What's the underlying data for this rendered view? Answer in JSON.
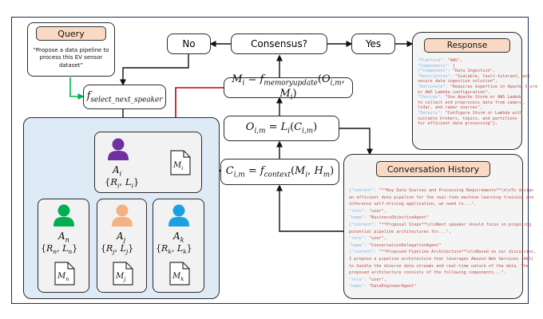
{
  "query": {
    "title": "Query",
    "text": "“Propose a data pipeline to process this EV sensor dataset”"
  },
  "decision": {
    "no": "No",
    "consensus": "Consensus?",
    "yes": "Yes"
  },
  "response": {
    "title": "Response",
    "lines": [
      {
        "k": "\"Platform\":",
        "v": " \"AWS\","
      },
      {
        "k": "\"Components\":",
        "v": " ["
      },
      {
        "k": "  {\"Component\":",
        "v": " \"Data Ingestion\","
      },
      {
        "k": "  \"Description\":",
        "v": " \"Scalable, fault-tolerant, and"
      },
      {
        "k": "",
        "v": "  secure data ingestion solution\","
      },
      {
        "k": "  \"Rationale\":",
        "v": " \"Requires expertise in Apache Storm"
      },
      {
        "k": "",
        "v": "  or AWS Lambda configuration\","
      },
      {
        "k": "  \"Choices\":",
        "v": " \"Use Apache Storm or AWS Lambda"
      },
      {
        "k": "",
        "v": "  to collect and preprocess data from camera,"
      },
      {
        "k": "",
        "v": "  lidar, and radar sources\","
      },
      {
        "k": "  \"Details\":",
        "v": " \"Configure Storm or Lambda with"
      },
      {
        "k": "",
        "v": "  suitable brokers, topics, and partitions"
      },
      {
        "k": "",
        "v": "  for efficient data processing\"},"
      }
    ]
  },
  "formulas": {
    "select_speaker": "f",
    "select_speaker_sub": "select_next_speaker",
    "memory_update": "M",
    "output": "O",
    "context": "C"
  },
  "agents": {
    "main": {
      "name": "A",
      "sub": "i",
      "set": "{R_i, L_i}",
      "memory": "M",
      "memory_sub": "i",
      "color": "#7030a0"
    },
    "n": {
      "name": "A",
      "sub": "n",
      "memory": "M",
      "memory_sub": "n",
      "color": "#00b050"
    },
    "j": {
      "name": "A",
      "sub": "j",
      "memory": "M",
      "memory_sub": "j",
      "color": "#f4b183"
    },
    "k": {
      "name": "A",
      "sub": "k",
      "memory": "M",
      "memory_sub": "k",
      "color": "#1ba1e2"
    }
  },
  "history": {
    "title": "Conversation History",
    "lines": [
      {
        "k": "{\"content\":",
        "v": " \"**Key Data Sources and Processing Requirements**\\n\\nTo design"
      },
      {
        "k": "",
        "v": "an efficient data pipeline for the real-time machine learning training and"
      },
      {
        "k": "",
        "v": "inference self-driving application, we need to...\","
      },
      {
        "k": "\"role\":",
        "v": " \"user\","
      },
      {
        "k": "\"name\":",
        "v": " \"BusinessObjectiveAgent\""
      },
      {
        "k": "{\"content\":",
        "v": " \"**Proposal Steps**\\n\\nNext speaker should focus on proposing"
      },
      {
        "k": "",
        "v": "potential pipeline architectures for...\","
      },
      {
        "k": "\"role\":",
        "v": " \"user\","
      },
      {
        "k": "\"name\":",
        "v": " \"ConversationDelegationAgent\""
      },
      {
        "k": "{\"content\":",
        "v": " \"**Proposed Pipeline Architecture**\\n\\nBased on our discussion,"
      },
      {
        "k": "",
        "v": "I propose a pipeline architecture that leverages Amazon Web Services (AWS)"
      },
      {
        "k": "",
        "v": "to handle the diverse data streams and real-time nature of the data. The"
      },
      {
        "k": "",
        "v": "proposed architecture consists of the following components...\","
      },
      {
        "k": "\"role\":",
        "v": " \"user\","
      },
      {
        "k": "\"name\":",
        "v": " \"DataEngineerAgent\""
      }
    ]
  }
}
